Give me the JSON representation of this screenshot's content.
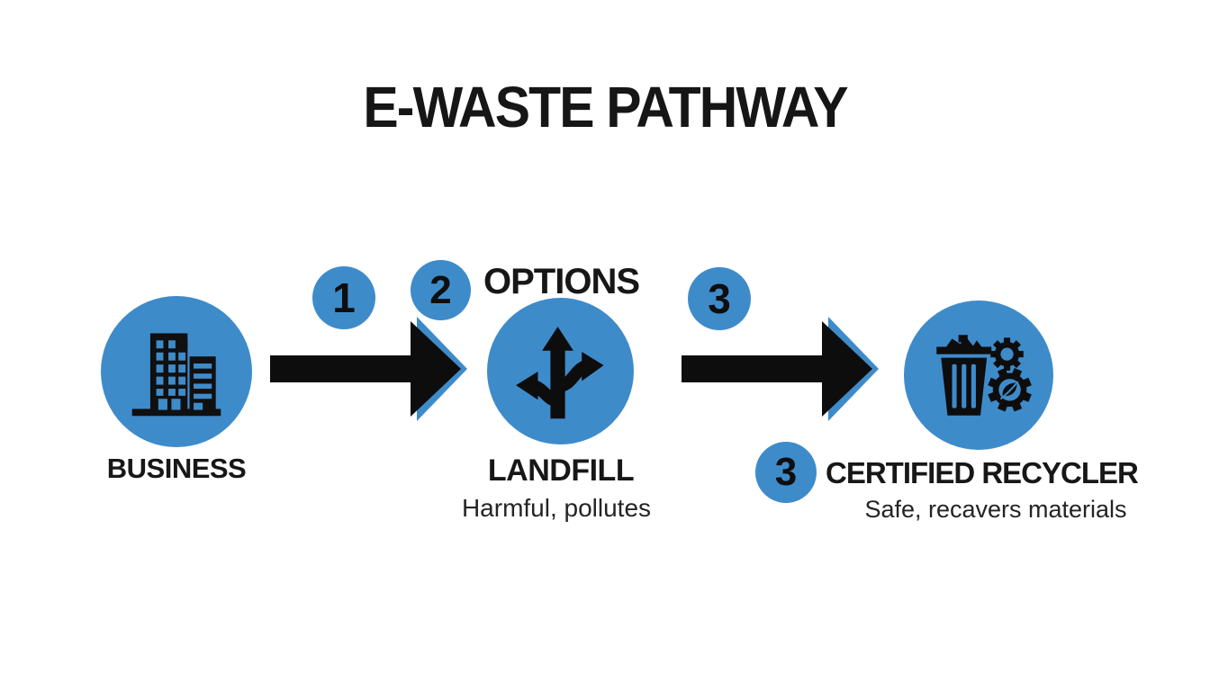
{
  "title": "E-WASTE PATHWAY",
  "colors": {
    "accent_blue": "#3e8bca",
    "ink": "#151515",
    "background": "#ffffff"
  },
  "steps": [
    {
      "badge": "1"
    },
    {
      "badge": "2"
    },
    {
      "badge": "3"
    }
  ],
  "nodes": {
    "business": {
      "label": "BUSINESS",
      "icon": "building-icon"
    },
    "options": {
      "heading": "OPTIONS",
      "label": "LANDFILL",
      "sublabel": "Harmful, pollutes",
      "icon": "branching-arrows-icon"
    },
    "recycler": {
      "badge": "3",
      "label": "CERTIFIED RECYCLER",
      "sublabel": "Safe, recavers materials",
      "icon": "trash-and-gears-icon"
    }
  }
}
